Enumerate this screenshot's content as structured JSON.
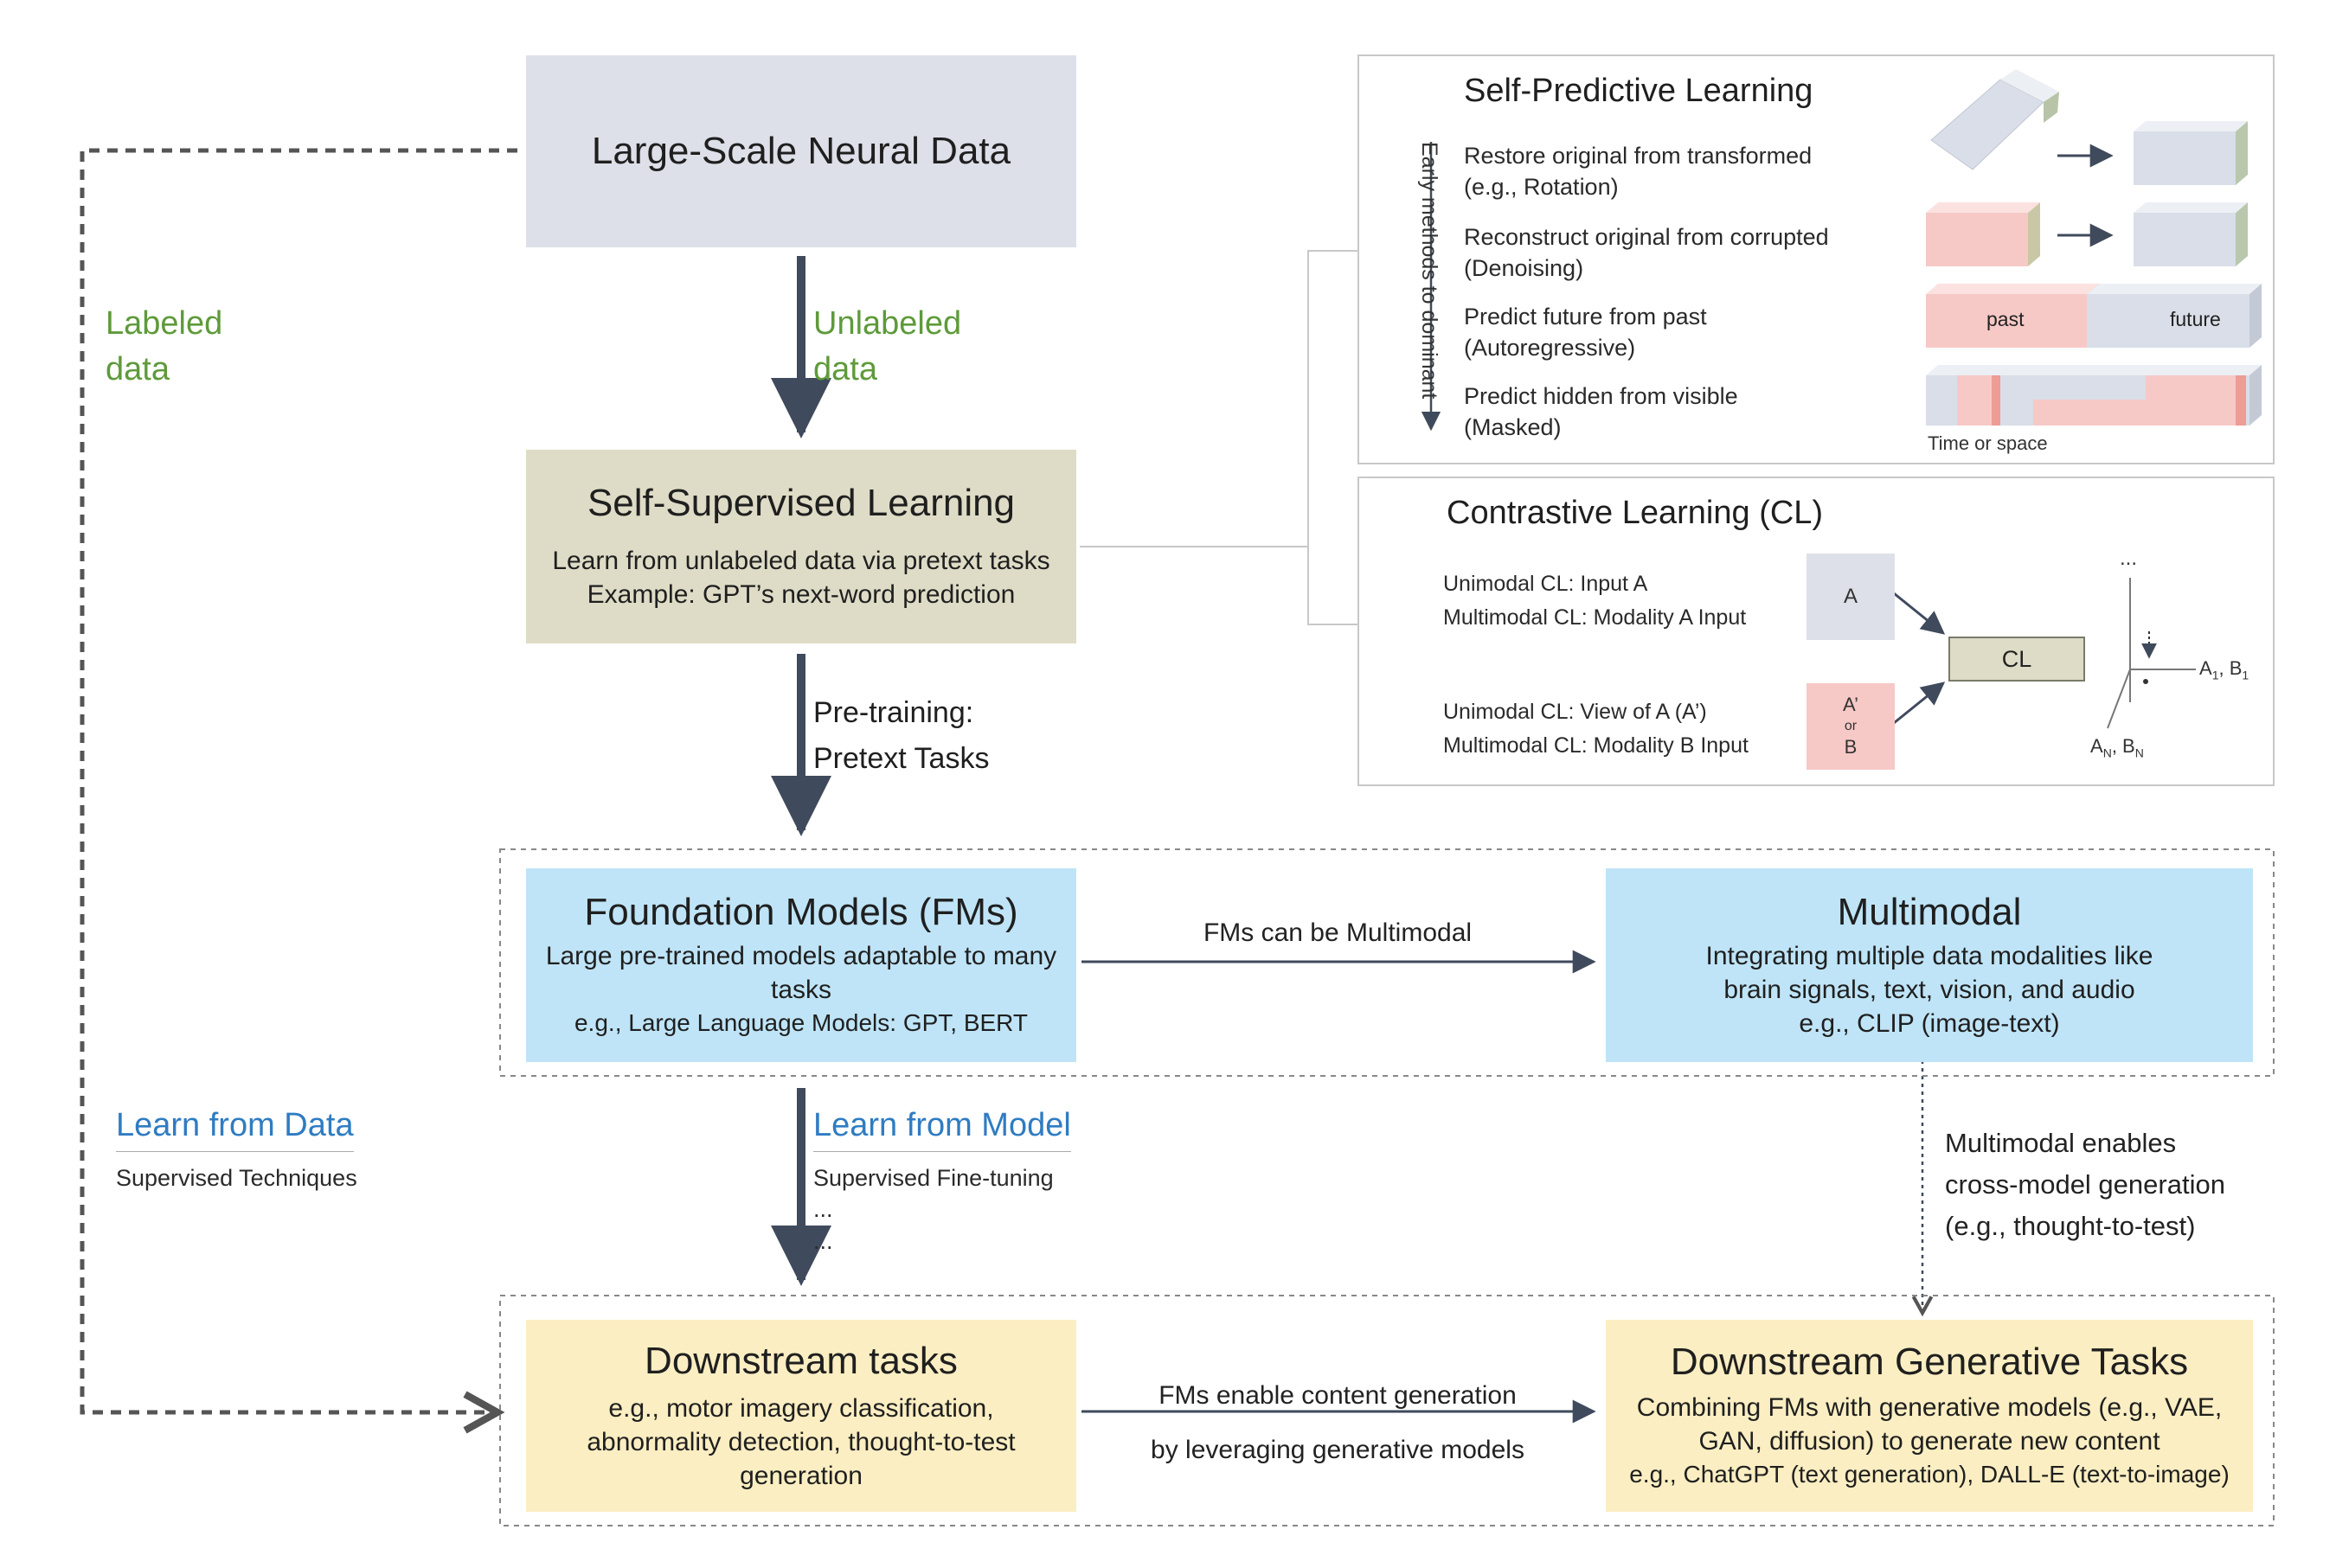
{
  "nodes": {
    "large_scale": {
      "title": "Large-Scale Neural Data"
    },
    "ssl": {
      "title": "Self-Supervised Learning",
      "line1": "Learn from unlabeled data via pretext tasks",
      "line2": "Example: GPT’s next-word prediction"
    },
    "fm": {
      "title": "Foundation Models (FMs)",
      "line1": "Large pre-trained models adaptable to many",
      "line2": "tasks",
      "line3": "e.g., Large Language Models: GPT, BERT"
    },
    "multimodal": {
      "title": "Multimodal",
      "line1": "Integrating multiple data modalities like",
      "line2": "brain signals, text, vision, and audio",
      "line3": "e.g., CLIP (image-text)"
    },
    "downstream": {
      "title": "Downstream tasks",
      "line1": "e.g., motor imagery classification,",
      "line2": "abnormality detection, thought-to-test",
      "line3": "generation"
    },
    "generative": {
      "title": "Downstream Generative Tasks",
      "line1": "Combining FMs with generative models (e.g., VAE,",
      "line2": "GAN, diffusion) to generate new content",
      "line3": "e.g., ChatGPT (text generation), DALL-E (text-to-image)"
    }
  },
  "edges": {
    "labeled_1": "Labeled",
    "labeled_2": "data",
    "unlabeled_1": "Unlabeled",
    "unlabeled_2": "data",
    "pretraining_1": "Pre-training:",
    "pretraining_2": "Pretext Tasks",
    "fm_multimodal": "FMs can be Multimodal",
    "learn_data": "Learn from Data",
    "supervised_techniques": "Supervised Techniques",
    "learn_model": "Learn from Model",
    "fine_tuning": "Supervised Fine-tuning",
    "dots1": "...",
    "dots2": "...",
    "mm_enables_1": "Multimodal enables",
    "mm_enables_2": "cross-model generation",
    "mm_enables_3": "(e.g., thought-to-test)",
    "fm_gen_1": "FMs enable content generation",
    "fm_gen_2": "by leveraging generative models"
  },
  "spl": {
    "title": "Self-Predictive Learning",
    "vertical": "Early methods to dominant",
    "items": [
      {
        "a": "Restore original from transformed",
        "b": "(e.g., Rotation)"
      },
      {
        "a": "Reconstruct original from corrupted",
        "b": "(Denoising)"
      },
      {
        "a": "Predict future from past",
        "b": "(Autoregressive)"
      },
      {
        "a": "Predict hidden from visible",
        "b": "(Masked)"
      }
    ],
    "past": "past",
    "future": "future",
    "time_space": "Time or space"
  },
  "cl": {
    "title": "Contrastive Learning (CL)",
    "uni_a": "Unimodal CL: Input A",
    "multi_a": "Multimodal CL: Modality A Input",
    "uni_b": "Unimodal CL: View of A (A’)",
    "multi_b": "Multimodal CL: Modality B Input",
    "box_a": "A",
    "box_b1": "A’",
    "box_b2": "or",
    "box_b3": "B",
    "cl_box": "CL",
    "dots": "...",
    "a1_main": "A",
    "a1_sub": "1",
    "a1_sep": ", B",
    "a1_sub2": "1",
    "an_main": "A",
    "an_sub": "N",
    "an_sep": ", B",
    "an_sub2": "N"
  },
  "colors": {
    "gray_box": "#dde0e8",
    "olive_box": "#dedcc6",
    "blue_box": "#bfe4f7",
    "yellow_box": "#fbeec2",
    "pink": "#f6c9c6",
    "arrow": "#3f4a5c",
    "green_text": "#5e9a3a",
    "blue_text": "#2f7cc2"
  }
}
